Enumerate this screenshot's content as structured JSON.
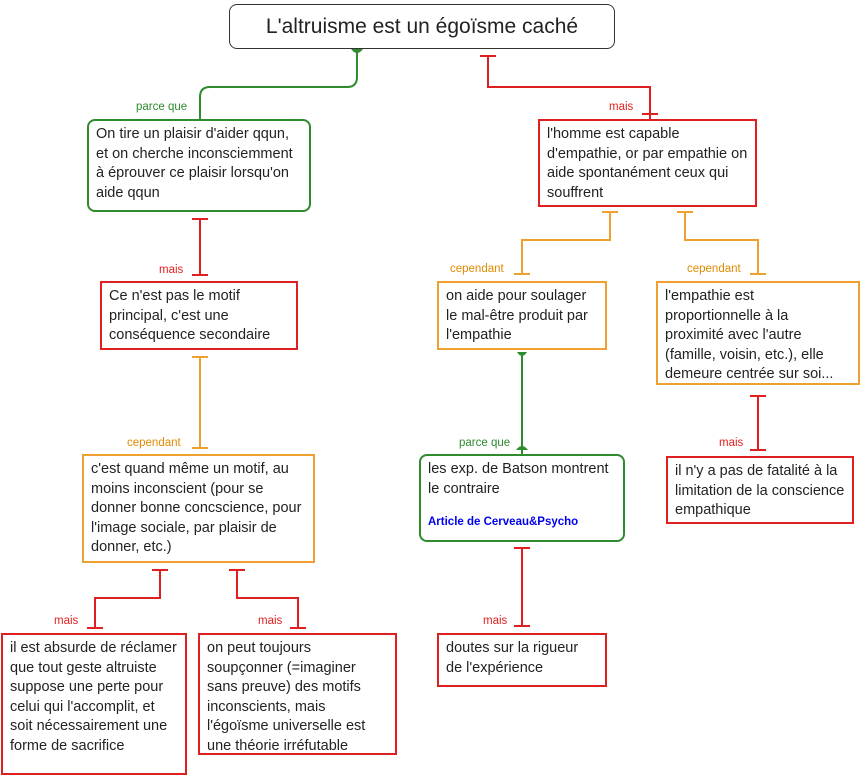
{
  "nodes": {
    "root": "L'altruisme est un égoïsme caché",
    "plaisir": "On tire un plaisir d'aider qqun, et on cherche inconsciemment à éprouver ce plaisir lorsqu'on aide qqun",
    "empathie": "l'homme est capable d'empathie, or par empathie on aide spontanément ceux qui souffrent",
    "motif": "Ce n'est pas le motif principal, c'est une conséquence secondaire",
    "mal_etre": "on aide pour soulager le mal-être produit par l'empathie",
    "proportionnelle": "l'empathie est proportionnelle à la proximité avec l'autre (famille, voisin, etc.), elle demeure centrée sur soi...",
    "inconscient": "c'est quand même un motif, au moins inconscient (pour se donner bonne concscience, pour l'image sociale, par plaisir de donner, etc.)",
    "batson": "les exp. de Batson montrent le contraire",
    "batson_link": "Article de Cerveau&Psycho",
    "fatalite": "il n'y a pas de fatalité à la limitation de la conscience empathique",
    "absurde": "il est absurde de réclamer que tout geste altruiste suppose une perte pour celui qui l'accomplit, et soit nécessairement une forme de sacrifice",
    "soupconner": "on peut toujours soupçonner (=imaginer sans preuve) des motifs inconscients, mais l'égoïsme universelle est une théorie irréfutable",
    "doutes": "doutes sur la rigueur de l'expérience"
  },
  "labels": {
    "parce_que": "parce que",
    "mais": "mais",
    "cependant": "cependant"
  },
  "colors": {
    "support": "#2e8b2e",
    "objection": "#e02020",
    "nuance": "#f0a030",
    "link": "#0000ee"
  }
}
